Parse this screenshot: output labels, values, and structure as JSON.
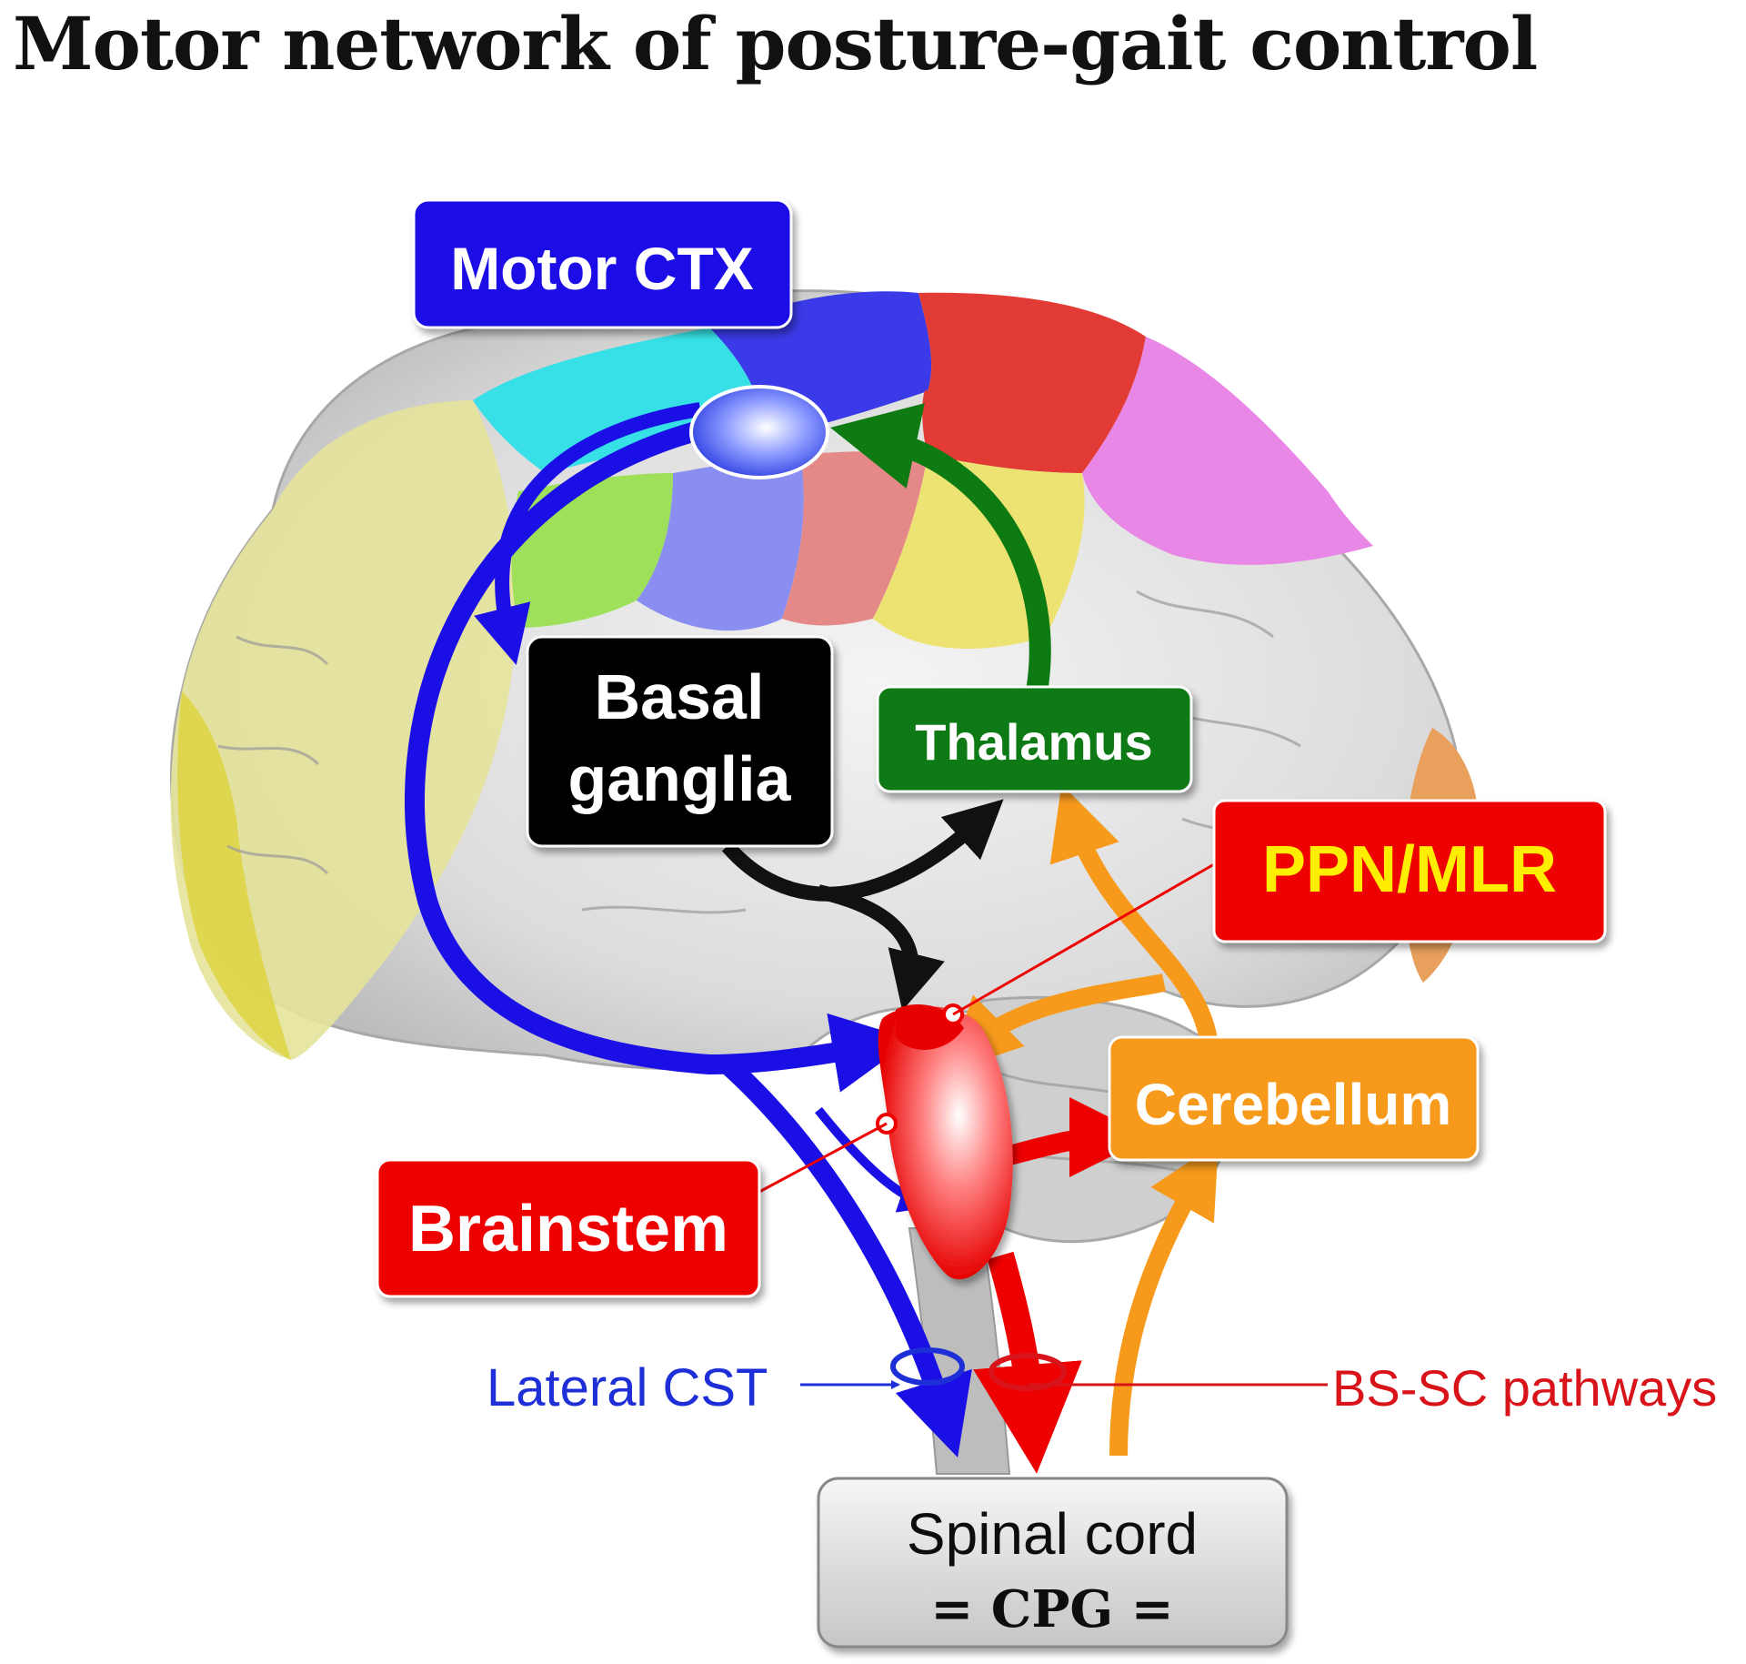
{
  "title": "Motor network of posture-gait control",
  "labels": {
    "motor_ctx": "Motor CTX",
    "basal_ganglia_line1": "Basal",
    "basal_ganglia_line2": "ganglia",
    "thalamus": "Thalamus",
    "ppn_mlr": "PPN/MLR",
    "cerebellum": "Cerebellum",
    "brainstem": "Brainstem",
    "lateral_cst": "Lateral CST",
    "bs_sc_pathways": "BS-SC pathways",
    "spinal_cord_line1": "Spinal cord",
    "spinal_cord_line2": "= CPG ="
  },
  "colors": {
    "motor_ctx": "#1a10e6",
    "basal_ganglia": "#000000",
    "thalamus": "#0d7a12",
    "ppn_mlr": "#ee0000",
    "ppn_mlr_text": "#ffee00",
    "cerebellum": "#f79a1c",
    "brainstem": "#ee0000",
    "lateral_cst": "#1e2fd8",
    "bs_sc_pathways": "#d8141a",
    "spinal_cord": "#e0e0e0",
    "frontal_lobe": "#e6e39a",
    "premotor": "#36e0e6",
    "prefrontal_green": "#9ee05a",
    "parietal_red": "#e23a34",
    "parietal_pink": "#e887e6",
    "temporal_yellow": "#ede372",
    "occipital_orange": "#e8a05c"
  }
}
